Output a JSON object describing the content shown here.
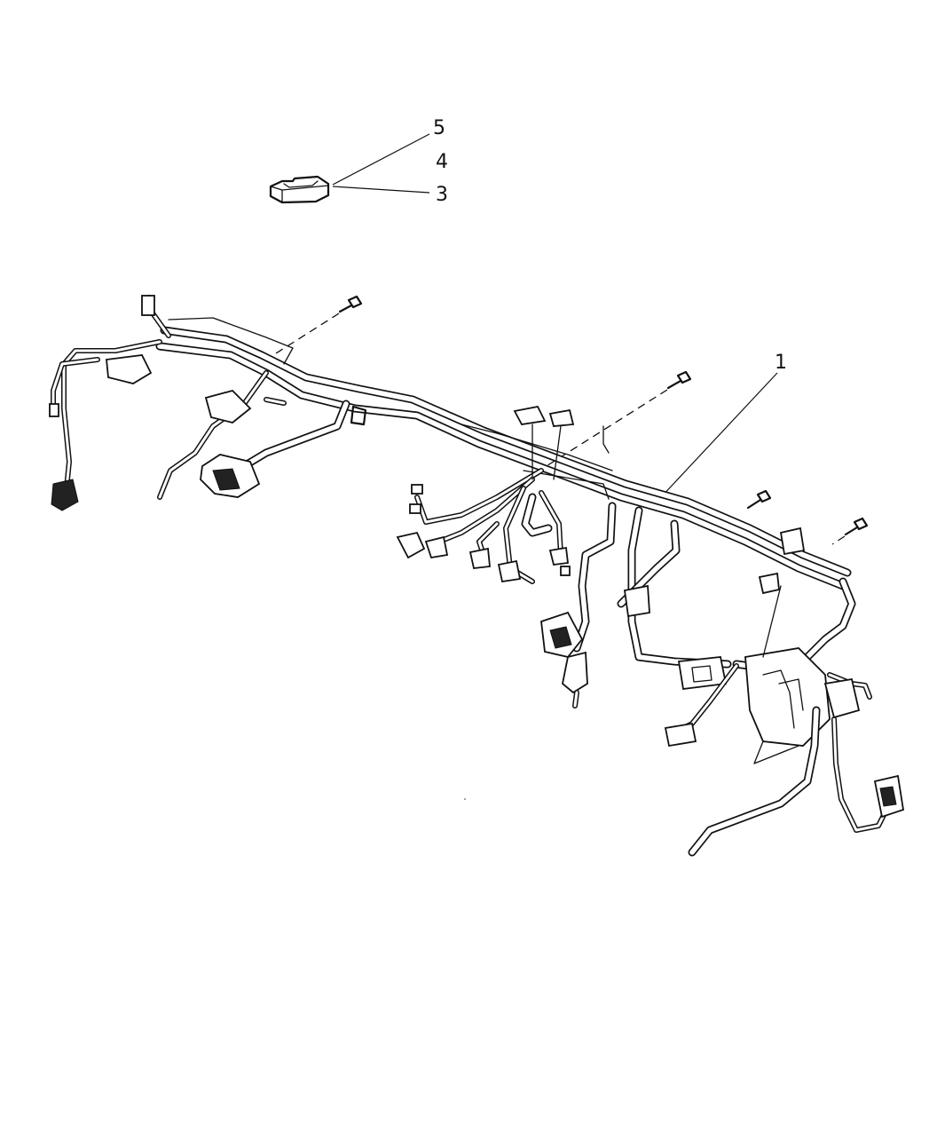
{
  "callouts": [
    {
      "id": "1",
      "label": "1"
    },
    {
      "id": "3",
      "label": "3"
    },
    {
      "id": "4",
      "label": "4"
    },
    {
      "id": "5",
      "label": "5"
    }
  ]
}
